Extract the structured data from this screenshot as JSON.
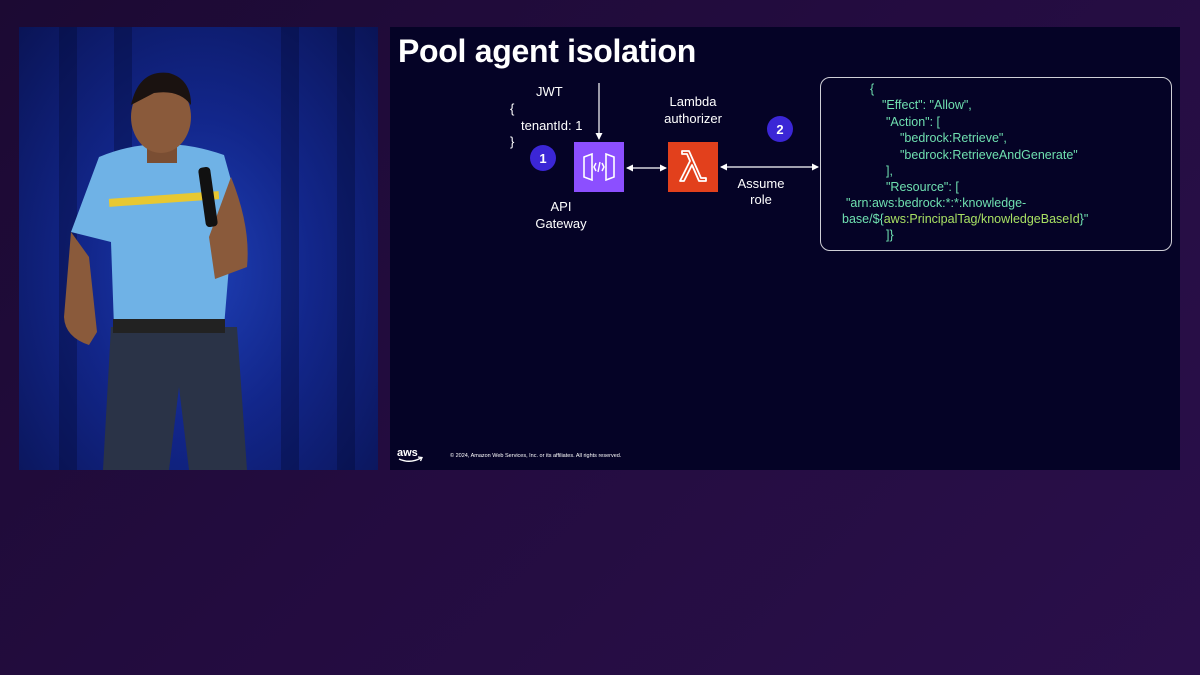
{
  "slide": {
    "title": "Pool agent isolation",
    "jwt": {
      "title": "JWT",
      "open_brace": "{",
      "claim": "tenantId: 1",
      "close_brace": "}"
    },
    "steps": [
      "1",
      "2"
    ],
    "api_gateway": {
      "line1": "API",
      "line2": "Gateway",
      "icon": "api-gateway-icon"
    },
    "lambda_authorizer": {
      "line1": "Lambda",
      "line2": "authorizer",
      "icon": "lambda-icon"
    },
    "assume_role": {
      "line1": "Assume",
      "line2": "role"
    },
    "policy": {
      "lines": [
        "{",
        "\"Effect\": \"Allow\",",
        "\"Action\": [",
        "\"bedrock:Retrieve\",",
        "\"bedrock:RetrieveAndGenerate\"",
        "],",
        "\"Resource\": [",
        "\"arn:aws:bedrock:*:*:knowledge-"
      ],
      "last_line_prefix": "base/${",
      "last_line_highlight": "aws:PrincipalTag/knowledgeBaseId",
      "last_line_suffix": "}\"",
      "closing": "]}"
    },
    "footer": {
      "logo": "aws",
      "copyright": "© 2024, Amazon Web Services, Inc. or its affiliates. All rights reserved."
    },
    "colors": {
      "slide_bg": "#050326",
      "step_badge": "#3b26d6",
      "api_gateway": "#8c4fff",
      "lambda": "#e2401c",
      "code_text": "#6fe0b0",
      "code_highlight": "#a8e063"
    }
  }
}
